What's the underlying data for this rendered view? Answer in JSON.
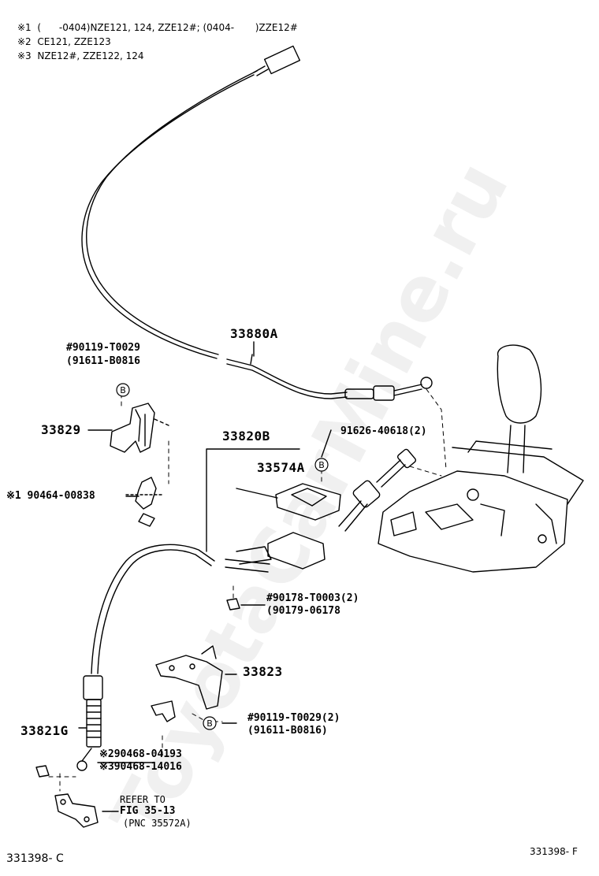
{
  "notes": {
    "n1": "※1  (      -0404)NZE121, 124, ZZE12#; (0404-       )ZZE12#",
    "n2": "※2  CE121, ZZE123",
    "n3": "※3  NZE12#, ZZE122, 124"
  },
  "parts": {
    "p33880A": "33880A",
    "p90119a": "#90119-T0029",
    "p91611a": "(91611-B0816",
    "p33829": "33829",
    "p33820B": "33820B",
    "p91626": "91626-40618(2)",
    "p33574A": "33574A",
    "p90464": "※1 90464-00838",
    "p90178": "#90178-T0003(2)",
    "p90179": "(90179-06178",
    "p33823": "33823",
    "p90119b": "#90119-T0029(2)",
    "p91611b": "(91611-B0816)",
    "p33821G": "33821G",
    "p290468": "※290468-04193",
    "p390468": "※390468-14016",
    "refer1": "REFER TO",
    "refer2": "FIG 35-13",
    "refer3": "(PNC 35572A)"
  },
  "markers": {
    "b": "B"
  },
  "footer": {
    "left": "331398- C",
    "right": "331398- F"
  },
  "watermark": "ToyotaCarMine.ru"
}
